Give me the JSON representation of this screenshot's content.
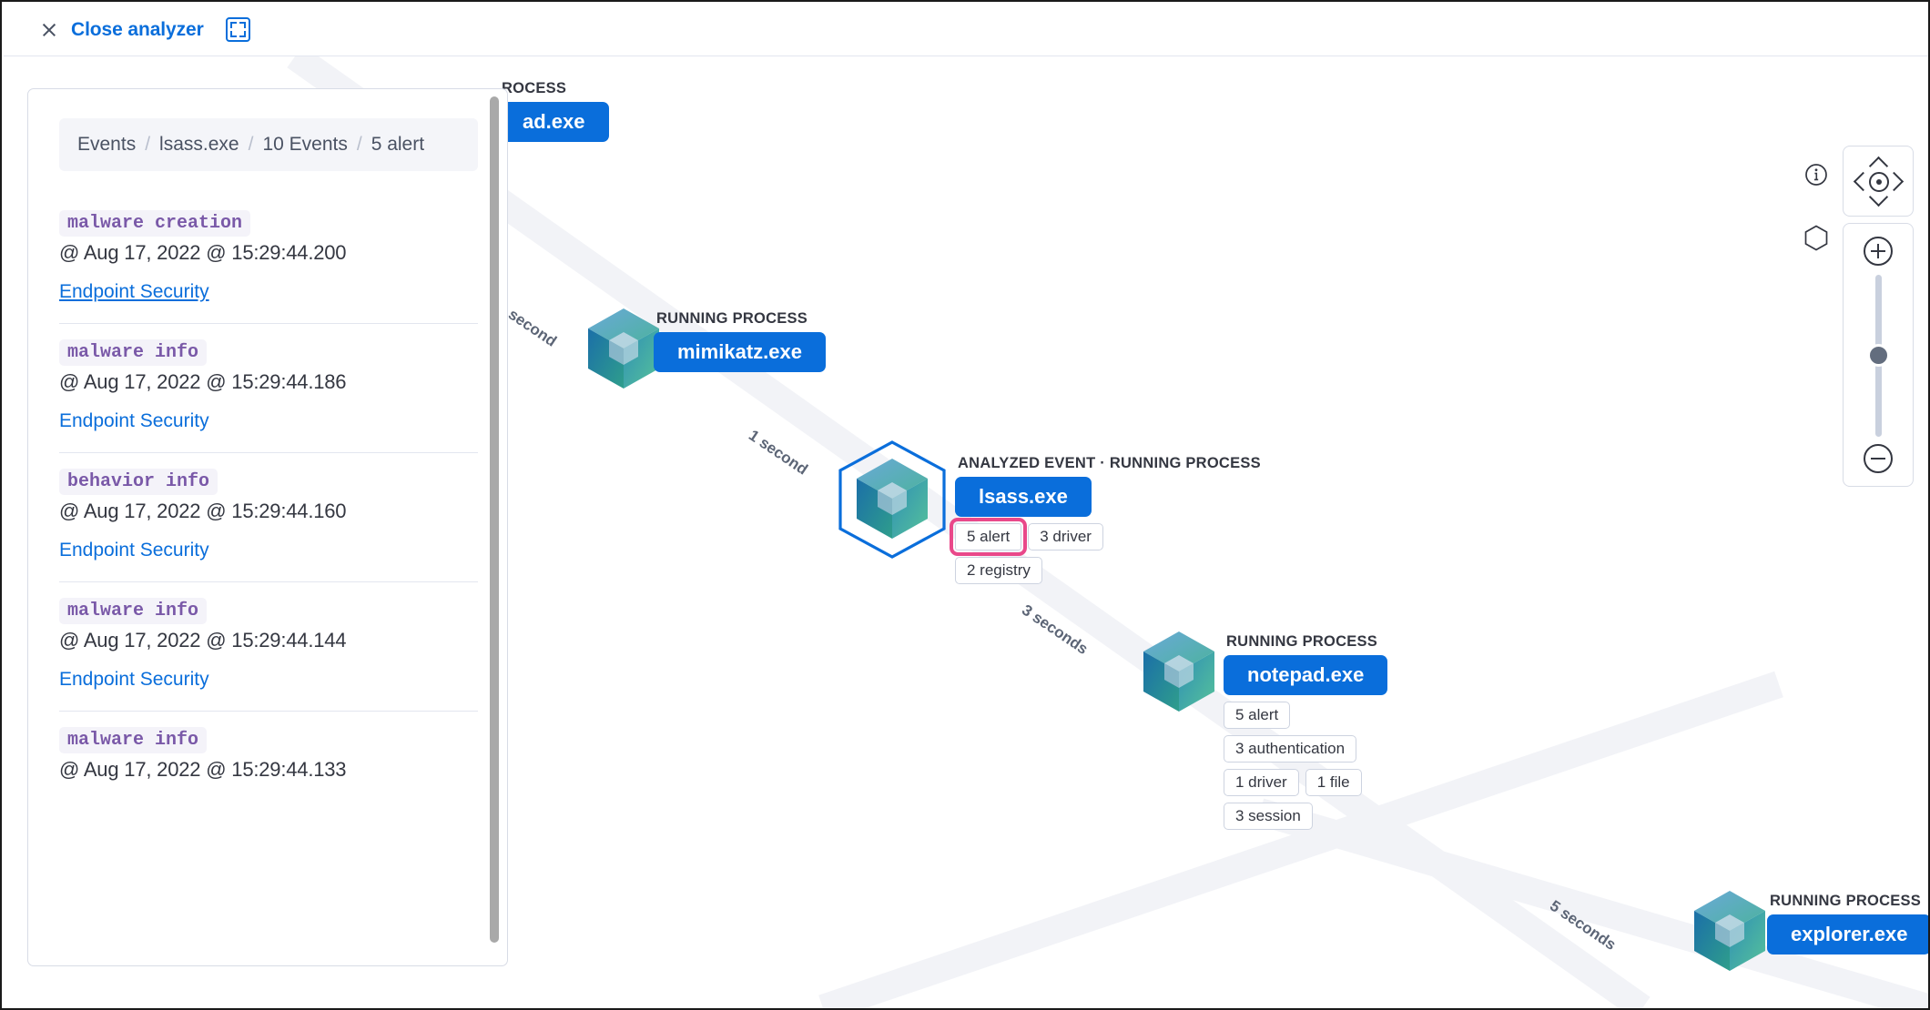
{
  "header": {
    "close_label": "Close analyzer",
    "close_icon": "close-x-icon",
    "fullscreen_icon": "fullscreen-icon"
  },
  "breadcrumb": {
    "items": [
      "Events",
      "lsass.exe",
      "10 Events",
      "5 alert"
    ],
    "separator": "/"
  },
  "events": [
    {
      "tag": "malware creation",
      "time": "@ Aug 17, 2022 @ 15:29:44.200",
      "link": "Endpoint Security",
      "link_underlined": true
    },
    {
      "tag": "malware info",
      "time": "@ Aug 17, 2022 @ 15:29:44.186",
      "link": "Endpoint Security",
      "link_underlined": false
    },
    {
      "tag": "behavior info",
      "time": "@ Aug 17, 2022 @ 15:29:44.160",
      "link": "Endpoint Security",
      "link_underlined": false
    },
    {
      "tag": "malware info",
      "time": "@ Aug 17, 2022 @ 15:29:44.144",
      "link": "Endpoint Security",
      "link_underlined": false
    },
    {
      "tag": "malware info",
      "time": "@ Aug 17, 2022 @ 15:29:44.133",
      "link": "",
      "link_underlined": false
    }
  ],
  "graph": {
    "nodes": [
      {
        "id": "clipped-top",
        "kind": "ROCESS",
        "label": "ad.exe",
        "badges": []
      },
      {
        "id": "mimikatz",
        "kind": "RUNNING PROCESS",
        "label": "mimikatz.exe",
        "badges": []
      },
      {
        "id": "lsass",
        "kind": "ANALYZED EVENT · RUNNING PROCESS",
        "label": "lsass.exe",
        "badges": [
          "5 alert",
          "3 driver",
          "2 registry"
        ],
        "highlighted_badge": "5 alert"
      },
      {
        "id": "notepad",
        "kind": "RUNNING PROCESS",
        "label": "notepad.exe",
        "badges": [
          "5 alert",
          "3 authentication",
          "1 driver",
          "1 file",
          "3 session"
        ]
      },
      {
        "id": "explorer",
        "kind": "RUNNING PROCESS",
        "label": "explorer.exe",
        "badges": []
      }
    ],
    "edge_labels": [
      "second",
      "1 second",
      "3 seconds",
      "5 seconds"
    ]
  },
  "controls": {
    "info_icon": "info-circle-icon",
    "hexagon_icon": "hexagon-icon",
    "pan_up_icon": "chevron-up-icon",
    "pan_down_icon": "chevron-down-icon",
    "pan_left_icon": "chevron-left-icon",
    "pan_right_icon": "chevron-right-icon",
    "center_icon": "target-center-icon",
    "zoom_in_icon": "plus-circle-icon",
    "zoom_out_icon": "minus-circle-icon",
    "zoom_slider": "zoom-slider"
  },
  "colors": {
    "accent_blue": "#0a6edb",
    "highlight_pink": "#e9488a",
    "tag_purple": "#7a59a8",
    "text_dark": "#343741",
    "edge_grey": "#f2f3f7"
  }
}
